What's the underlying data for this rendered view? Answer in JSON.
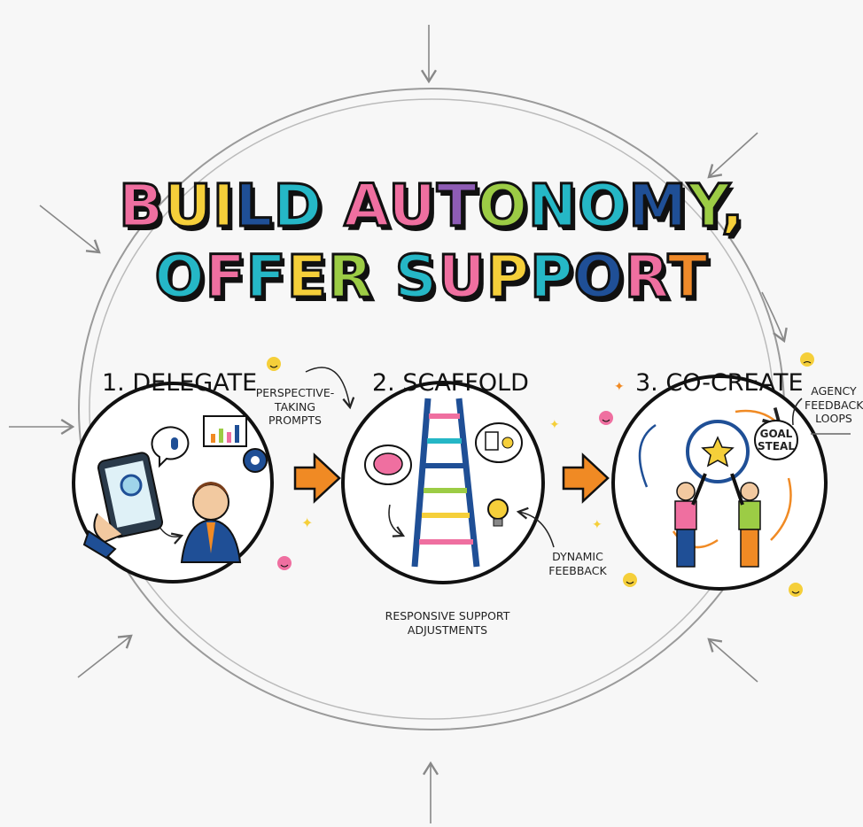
{
  "title": {
    "line1": "BUILD AUTONOMY,",
    "line2": "OFFER SUPPORT",
    "line1_colors": [
      "#ef6fa0",
      "#f5cf3a",
      "#f5cf3a",
      "#1f4f96",
      "#25b7c6",
      " ",
      "#ef6fa0",
      "#ef6fa0",
      "#8e5cb5",
      "#9ccc45",
      "#25b7c6",
      "#25b7c6",
      "#1f4f96",
      "#9ccc45",
      "#f5cf3a",
      "#111111"
    ],
    "line2_colors": [
      "#25b7c6",
      "#ef6fa0",
      "#25b7c6",
      "#f5cf3a",
      "#9ccc45",
      " ",
      "#25b7c6",
      "#ef6fa0",
      "#f5cf3a",
      "#25b7c6",
      "#1f4f96",
      "#ef6fa0",
      "#ef8a2a"
    ]
  },
  "steps": [
    {
      "label": "1. DELEGATE"
    },
    {
      "label": "2. SCAFFOLD"
    },
    {
      "label": "3. CO-CREATE"
    }
  ],
  "annotations": {
    "perspective": [
      "PERSPECTIVE-",
      "TAKING",
      "PROMPTS"
    ],
    "agency": [
      "AGENCY",
      "FEEDBACK",
      "LOOPS"
    ],
    "dynamic": [
      "DYNAMIC",
      "FEEBBACK"
    ],
    "responsive": [
      "RESPONSIVE SUPPORT",
      "ADJUSTMENTS"
    ],
    "goal_bubble": [
      "GOAL",
      "STEAL"
    ]
  },
  "colors": {
    "arrow": "#f08a24",
    "ring": "#9a9a9a",
    "outline": "#111111"
  }
}
